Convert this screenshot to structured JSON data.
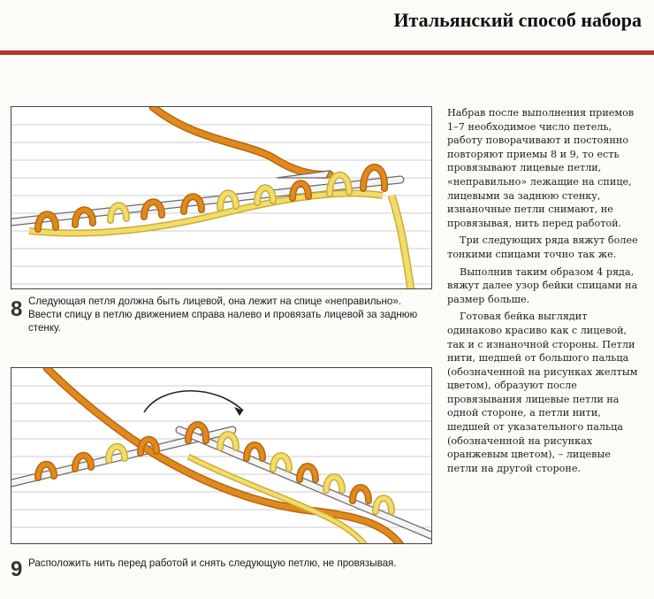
{
  "header": {
    "title": "Итальянский способ набора",
    "rule_color": "#b3342a"
  },
  "figures": [
    {
      "number": "8",
      "caption": "Следующая петля должна быть лицевой, она лежит на спице «неправильно». Ввести спицу в петлю движением справа налево и провязать лицевой за заднюю стенку."
    },
    {
      "number": "9",
      "caption": "Расположить нить перед работой и снять следующую петлю, не провязывая."
    }
  ],
  "body": {
    "paragraphs": [
      "Набрав после выполнения приемов 1–7 необходимое число петель, работу поворачивают и постоянно повторяют приемы 8 и 9, то есть провязывают лицевые петли, «неправильно» лежащие на спице, лицевыми за заднюю стенку, изнаночные петли снимают, не провязывая, нить перед работой.",
      "Три следующих ряда вяжут более тонкими спицами точно так же.",
      "Выполнив таким образом 4 ряда, вяжут далее узор бейки спицами на размер больше.",
      "Готовая бейка выглядит одинаково красиво как с лицевой, так и с изнаночной стороны. Петли нити, шедшей от большого пальца (обозначенной на рисунках желтым цветом), образуют после провязывания лицевые петли на одной стороне, а петли нити, шедшей от указательного пальца (обозначенной на рисунках оранжевым цветом), – лицевые петли на другой стороне."
    ]
  },
  "colors": {
    "yarn_orange": "#e08a1e",
    "yarn_orange_dark": "#b8650e",
    "yarn_yellow": "#f3dc6a",
    "yarn_yellow_dark": "#c9ae3a",
    "needle": "#f4f4f4",
    "needle_stroke": "#6a6a6a",
    "grid_line": "#b9b9b9"
  }
}
